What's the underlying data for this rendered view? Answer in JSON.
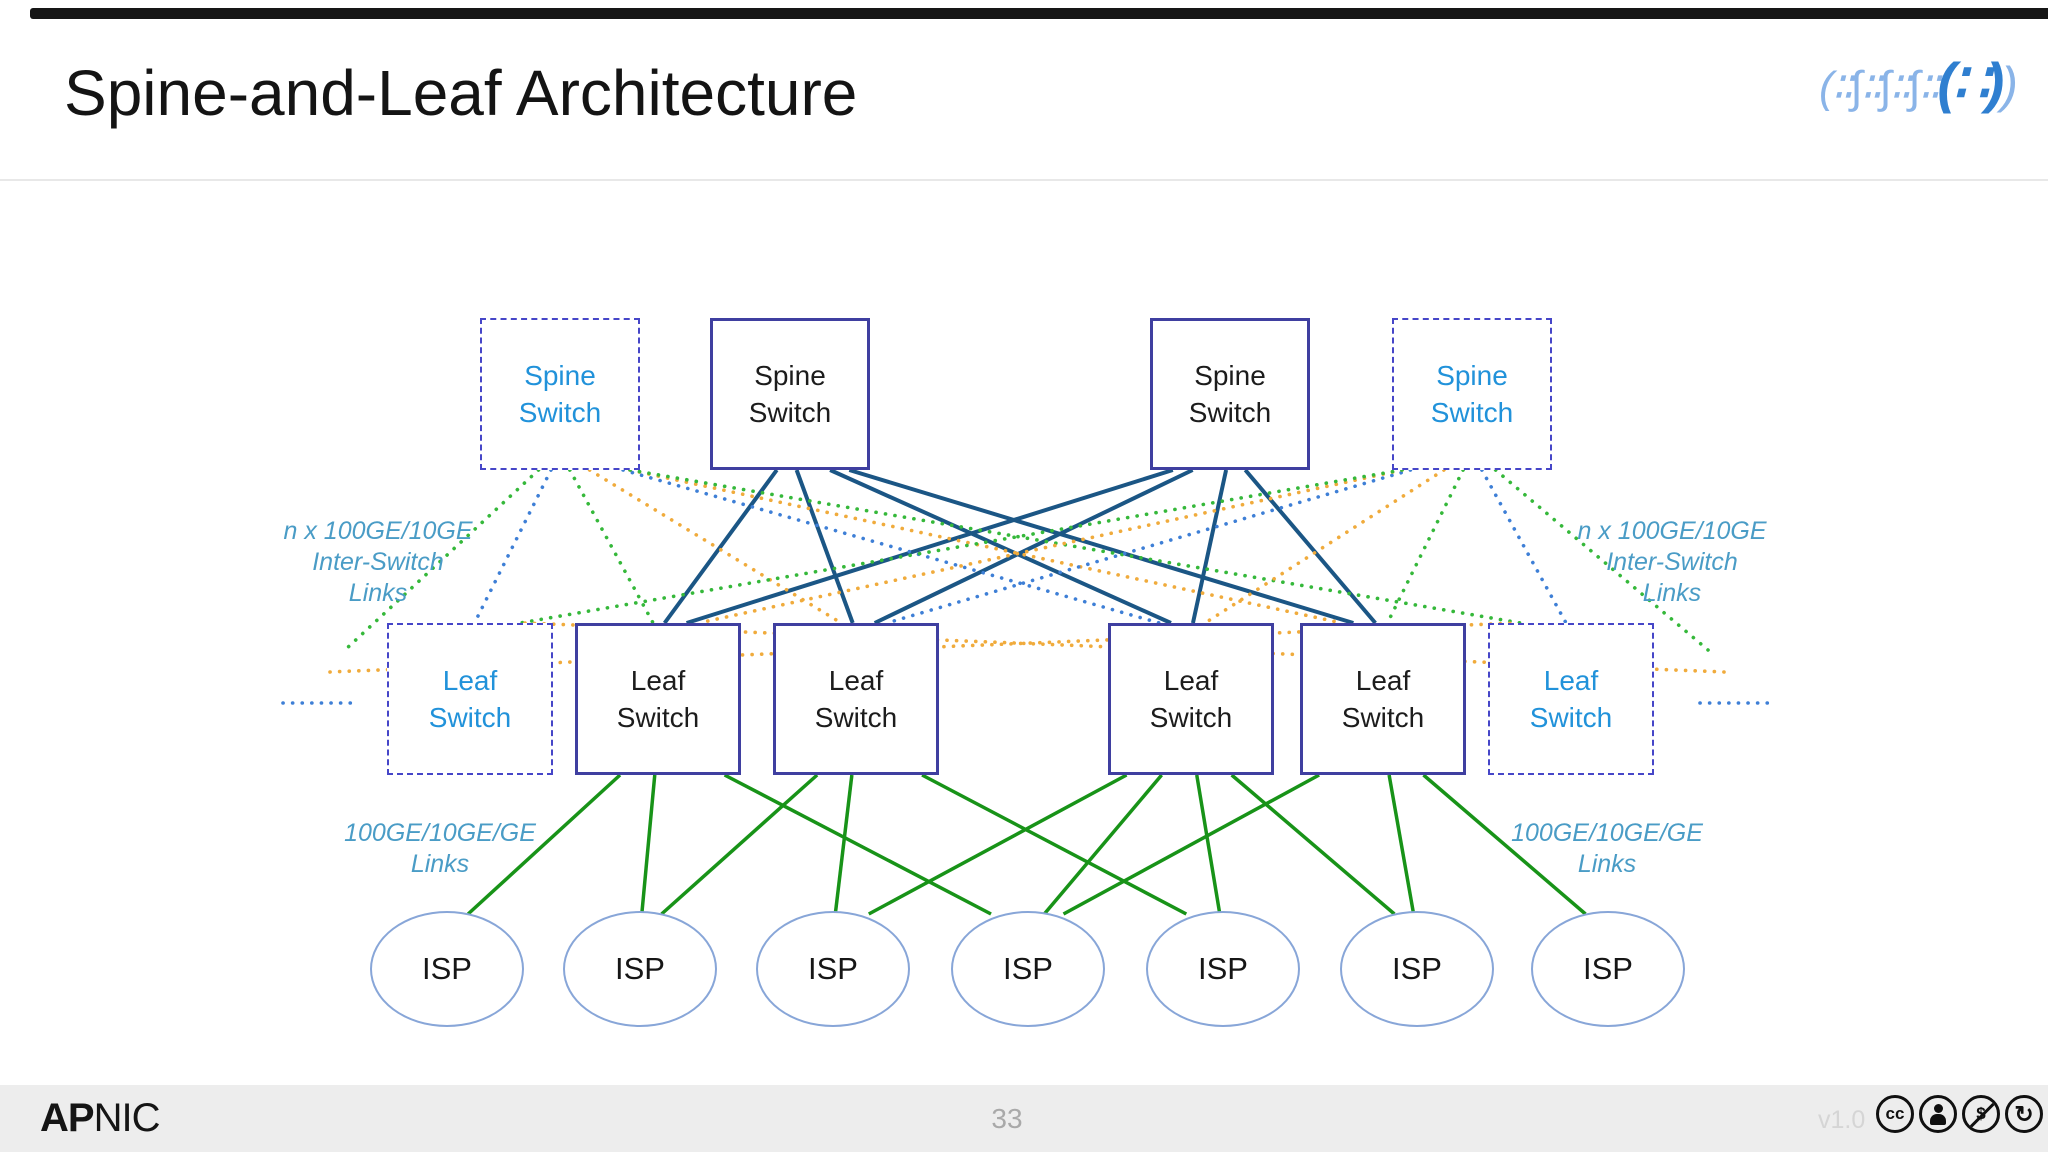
{
  "slide": {
    "title": "Spine-and-Leaf Architecture",
    "page_number": "33",
    "version_label": "v1.0",
    "brand_bold": "AP",
    "brand_regular": "NIC",
    "logo_glyphs": {
      "light_left": "(∶∶∫∶∶∫∶∶∫∶∶",
      "dark": "(∷)",
      "light_right": ")"
    }
  },
  "footer": {
    "cc_label": "cc",
    "nc_glyph": "$",
    "sa_glyph": "↻"
  },
  "diagram": {
    "nodes": {
      "spines": [
        {
          "id": "s1",
          "label": "Spine\nSwitch",
          "variant": "dashed"
        },
        {
          "id": "s2",
          "label": "Spine\nSwitch",
          "variant": "solid"
        },
        {
          "id": "s3",
          "label": "Spine\nSwitch",
          "variant": "solid"
        },
        {
          "id": "s4",
          "label": "Spine\nSwitch",
          "variant": "dashed"
        }
      ],
      "leaves": [
        {
          "id": "l0",
          "label": "Leaf\nSwitch",
          "variant": "dashed"
        },
        {
          "id": "l1",
          "label": "Leaf\nSwitch",
          "variant": "solid"
        },
        {
          "id": "l2",
          "label": "Leaf\nSwitch",
          "variant": "solid"
        },
        {
          "id": "l3",
          "label": "Leaf\nSwitch",
          "variant": "solid"
        },
        {
          "id": "l4",
          "label": "Leaf\nSwitch",
          "variant": "solid"
        },
        {
          "id": "l5",
          "label": "Leaf\nSwitch",
          "variant": "dashed"
        }
      ],
      "isps": [
        {
          "id": "isp1",
          "label": "ISP"
        },
        {
          "id": "isp2",
          "label": "ISP"
        },
        {
          "id": "isp3",
          "label": "ISP"
        },
        {
          "id": "isp4",
          "label": "ISP"
        },
        {
          "id": "isp5",
          "label": "ISP"
        },
        {
          "id": "isp6",
          "label": "ISP"
        },
        {
          "id": "isp7",
          "label": "ISP"
        }
      ]
    },
    "labels": {
      "inter_switch_left": [
        "n x 100GE/10GE",
        "Inter-Switch",
        "Links"
      ],
      "inter_switch_right": [
        "n x 100GE/10GE",
        "Inter-Switch",
        "Links"
      ],
      "access_left": [
        "100GE/10GE/GE",
        "Links"
      ],
      "access_right": [
        "100GE/10GE/GE",
        "Links"
      ]
    },
    "colors": {
      "spine_link": "#1b5685",
      "access_link": "#189318",
      "dotted_blue": "#3e7fd6",
      "dotted_green": "#35b83a",
      "dotted_orange": "#f0ab3c",
      "box_border_solid": "#3f3fa0",
      "box_border_dashed": "#4646c8",
      "isp_border": "#88a6d8",
      "text_blue": "#2192da",
      "label_teal": "#4a9cc6"
    },
    "edges": [
      {
        "from": "s2",
        "to": "l1",
        "style": "spine"
      },
      {
        "from": "s2",
        "to": "l2",
        "style": "spine"
      },
      {
        "from": "s2",
        "to": "l3",
        "style": "spine"
      },
      {
        "from": "s2",
        "to": "l4",
        "style": "spine"
      },
      {
        "from": "s3",
        "to": "l1",
        "style": "spine"
      },
      {
        "from": "s3",
        "to": "l2",
        "style": "spine"
      },
      {
        "from": "s3",
        "to": "l3",
        "style": "spine"
      },
      {
        "from": "s3",
        "to": "l4",
        "style": "spine"
      },
      {
        "from": "s1",
        "to": "labelL",
        "style": "dotted",
        "color": "green"
      },
      {
        "from": "s1",
        "to": "l0",
        "style": "dotted",
        "color": "blue"
      },
      {
        "from": "s1",
        "to": "l1",
        "style": "dotted",
        "color": "green"
      },
      {
        "from": "s1",
        "to": "l2",
        "style": "dotted",
        "color": "orange"
      },
      {
        "from": "s1",
        "to": "l3",
        "style": "dotted",
        "color": "blue"
      },
      {
        "from": "s1",
        "to": "l4",
        "style": "dotted",
        "color": "orange"
      },
      {
        "from": "s1",
        "to": "l5",
        "style": "dotted",
        "color": "green"
      },
      {
        "from": "s4",
        "to": "labelR",
        "style": "dotted",
        "color": "green"
      },
      {
        "from": "s4",
        "to": "l5",
        "style": "dotted",
        "color": "blue"
      },
      {
        "from": "s4",
        "to": "l4",
        "style": "dotted",
        "color": "green"
      },
      {
        "from": "s4",
        "to": "l3",
        "style": "dotted",
        "color": "orange"
      },
      {
        "from": "s4",
        "to": "l2",
        "style": "dotted",
        "color": "blue"
      },
      {
        "from": "s4",
        "to": "l1",
        "style": "dotted",
        "color": "orange"
      },
      {
        "from": "s4",
        "to": "l0",
        "style": "dotted",
        "color": "green"
      },
      {
        "from": "labelL2",
        "to": "l5",
        "style": "dotted",
        "color": "orange"
      },
      {
        "from": "labelR2",
        "to": "l0",
        "style": "dotted",
        "color": "orange"
      },
      {
        "from": "moreL_a",
        "to": "moreL_b",
        "style": "dotted",
        "color": "blue"
      },
      {
        "from": "moreR_a",
        "to": "moreR_b",
        "style": "dotted",
        "color": "blue"
      },
      {
        "from": "l1",
        "to": "isp1",
        "style": "access"
      },
      {
        "from": "l1",
        "to": "isp2",
        "style": "access"
      },
      {
        "from": "l1",
        "to": "isp4",
        "style": "access"
      },
      {
        "from": "l2",
        "to": "isp2",
        "style": "access"
      },
      {
        "from": "l2",
        "to": "isp3",
        "style": "access"
      },
      {
        "from": "l2",
        "to": "isp5",
        "style": "access"
      },
      {
        "from": "l3",
        "to": "isp3",
        "style": "access"
      },
      {
        "from": "l3",
        "to": "isp4",
        "style": "access"
      },
      {
        "from": "l3",
        "to": "isp5",
        "style": "access"
      },
      {
        "from": "l3",
        "to": "isp6",
        "style": "access"
      },
      {
        "from": "l4",
        "to": "isp4",
        "style": "access"
      },
      {
        "from": "l4",
        "to": "isp6",
        "style": "access"
      },
      {
        "from": "l4",
        "to": "isp7",
        "style": "access"
      }
    ]
  }
}
